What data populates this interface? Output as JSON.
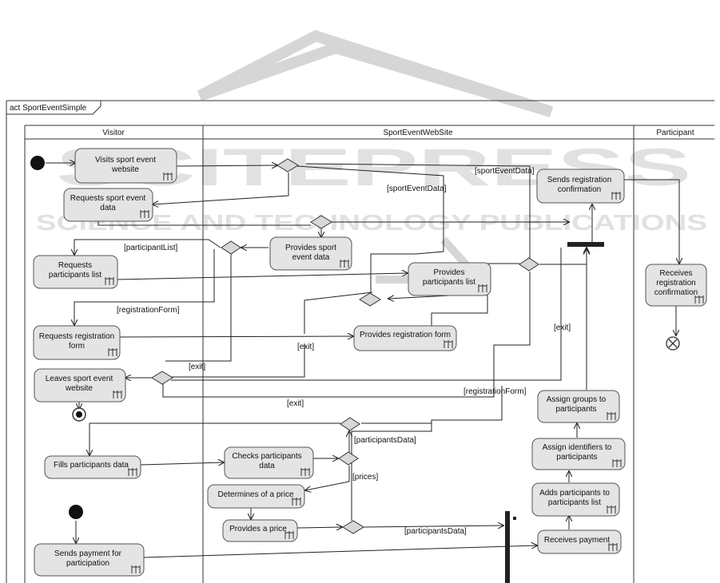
{
  "frame": {
    "title": "act SportEventSimple"
  },
  "watermark": {
    "line1": "SCITEPRESS",
    "line2": "SCIENCE AND TECHNOLOGY PUBLICATIONS"
  },
  "lanes": {
    "visitor": "Visitor",
    "website": "SportEventWebSite",
    "participant": "Participant"
  },
  "actions": {
    "visits": [
      "Visits sport event",
      "website"
    ],
    "requests_data": [
      "Requests sport event",
      "data"
    ],
    "provides_data": [
      "Provides sport",
      "event data"
    ],
    "requests_list": [
      "Requests",
      "participants list"
    ],
    "provides_list": [
      "Provides",
      "participants list"
    ],
    "requests_form": [
      "Requests registration",
      "form"
    ],
    "provides_form": [
      "Provides registration form"
    ],
    "leaves": [
      "Leaves sport event",
      "website"
    ],
    "fills": [
      "Fills participants data"
    ],
    "checks": [
      "Checks participants",
      "data"
    ],
    "determines": [
      "Determines of a price"
    ],
    "provides_price": [
      "Provides a price"
    ],
    "sends_payment": [
      "Sends payment for",
      "participation"
    ],
    "sends_confirmation": [
      "Sends registration",
      "confirmation"
    ],
    "receives_confirmation": [
      "Receives",
      "registration",
      "confirmation"
    ],
    "assign_groups": [
      "Assign groups to",
      "participants"
    ],
    "assign_ids": [
      "Assign identifiers to",
      "participants"
    ],
    "adds_participants": [
      "Adds participants to",
      "participants list"
    ],
    "receives_payment": [
      "Receives payment"
    ]
  },
  "guards": {
    "sport_event_data_1": "[sportEventData]",
    "sport_event_data_2": "[sportEventData]",
    "participant_list": "[participantList]",
    "registration_form_1": "[registrationForm]",
    "registration_form_2": "[registrationForm]",
    "exit_1": "[exit]",
    "exit_2": "[exit]",
    "exit_3": "[exit]",
    "exit_4": "[exit]",
    "participants_data_1": "[participantsData]",
    "participants_data_2": "[participantsData]",
    "prices": "[prices]"
  }
}
